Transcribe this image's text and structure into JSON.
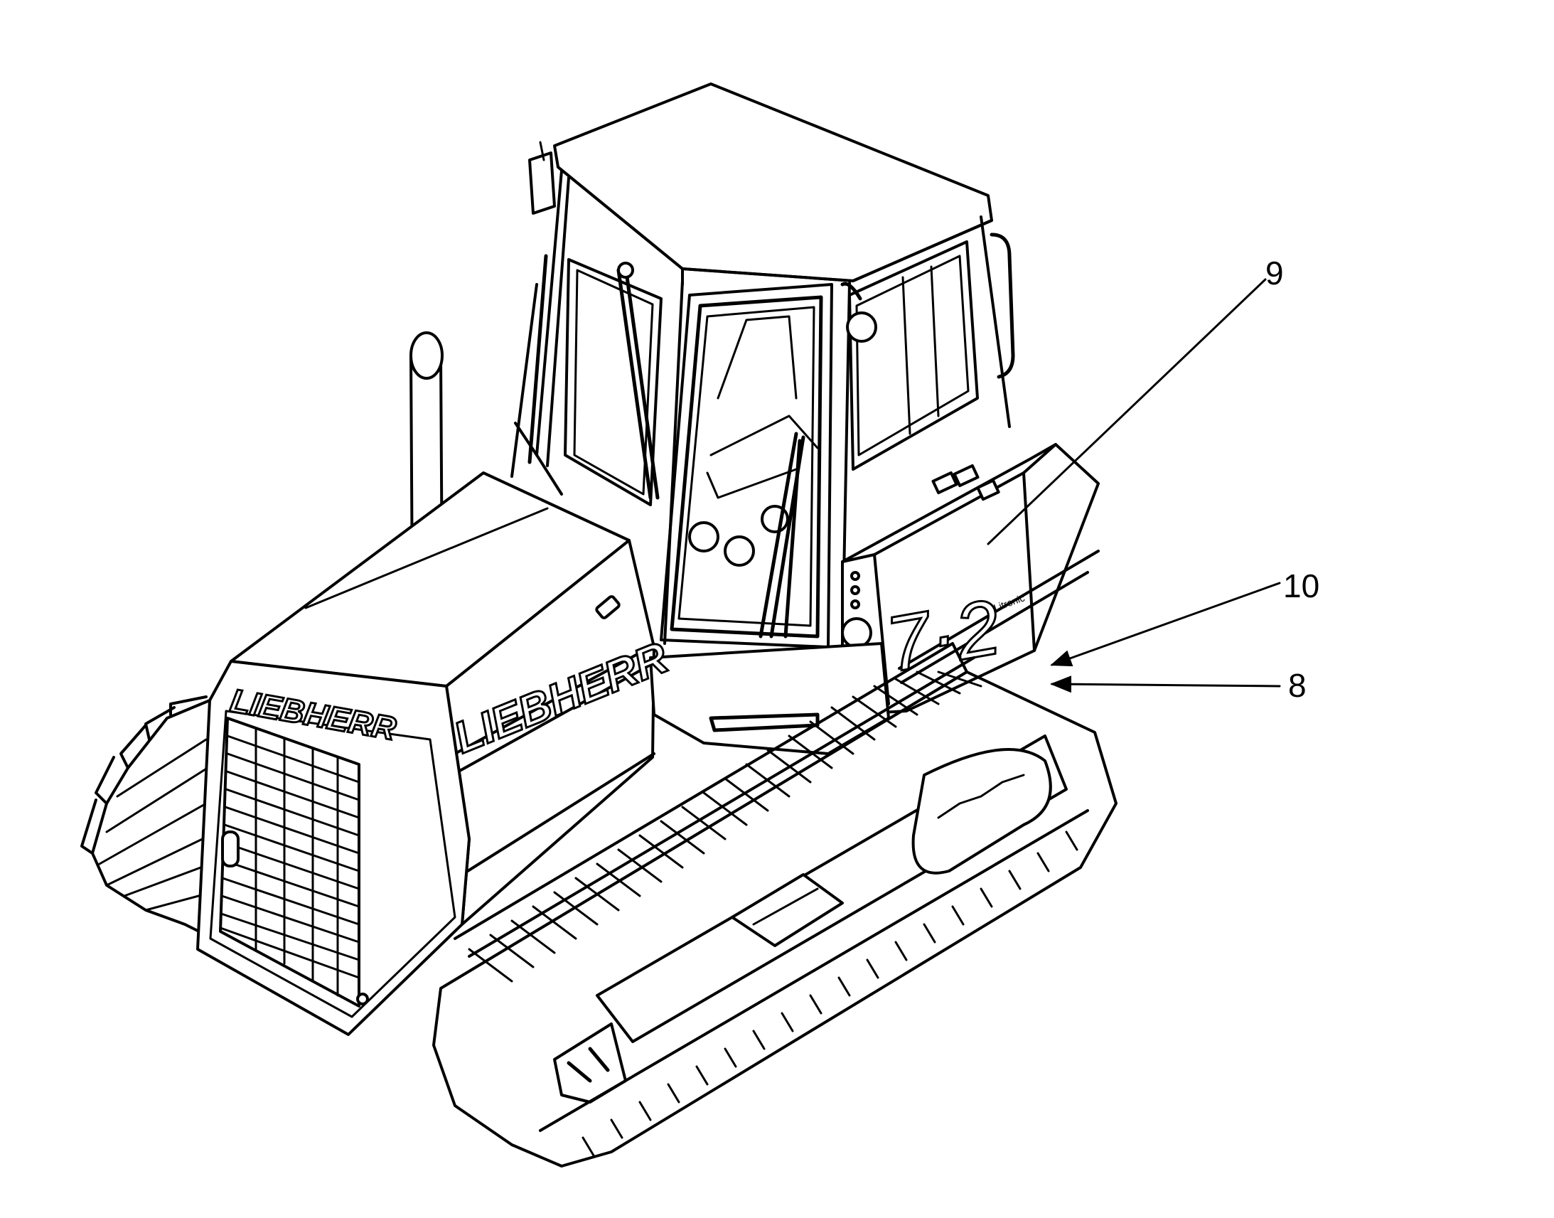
{
  "figure": {
    "brand_logo_text": "LIEBHERR",
    "model_logo_text": "7·2",
    "model_logo_small": "Litronic",
    "colors": {
      "line": "#000000",
      "background": "#ffffff"
    },
    "callouts": [
      {
        "id": "callout-9",
        "label": "9"
      },
      {
        "id": "callout-10",
        "label": "10"
      },
      {
        "id": "callout-8",
        "label": "8"
      }
    ]
  }
}
